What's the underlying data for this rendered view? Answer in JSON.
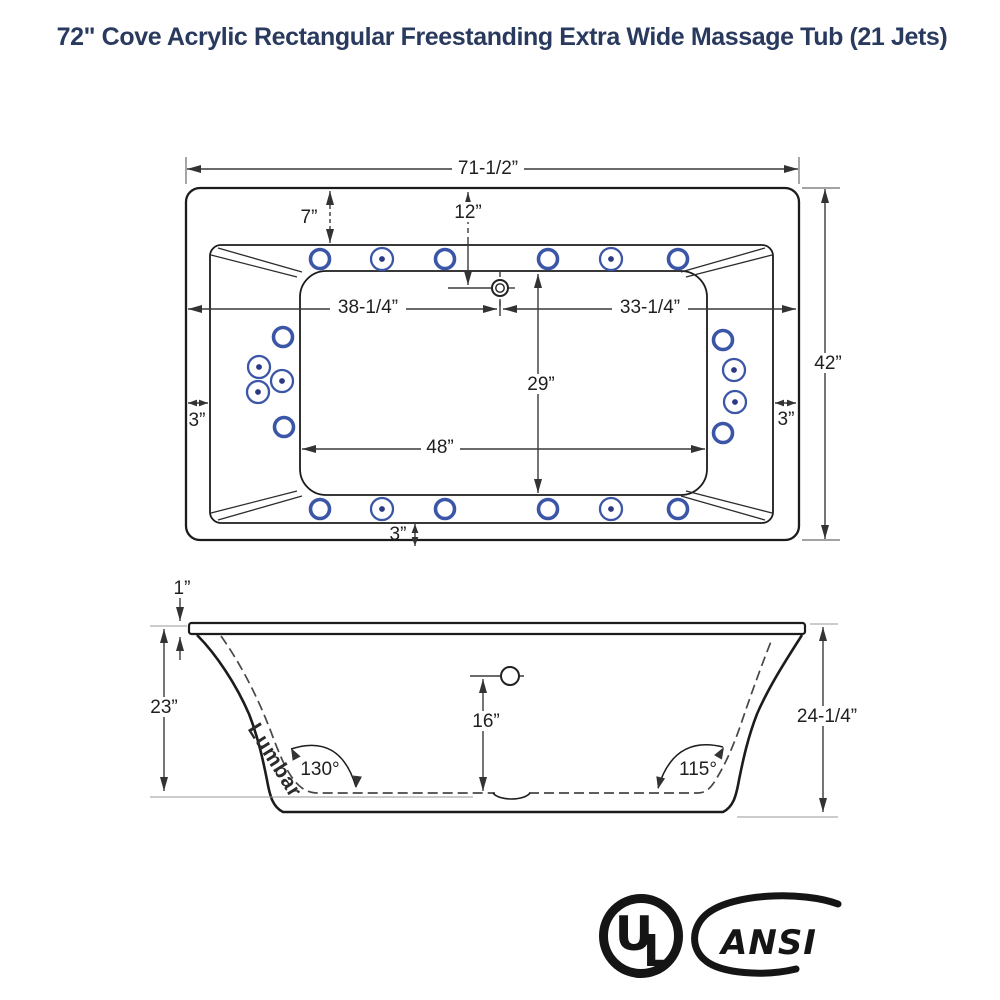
{
  "title": "72\" Cove Acrylic Rectangular Freestanding Extra Wide Massage Tub (21 Jets)",
  "top_view": {
    "overall_width": "71-1/2”",
    "rim_to_deck_top": "7”",
    "drain_from_top_edge": "12”",
    "drain_from_left_edge": "38-1/4”",
    "drain_from_right_edge": "33-1/4”",
    "basin_width": "29”",
    "basin_length": "48”",
    "overall_depth": "42”",
    "deck_side_left": "3”",
    "deck_side_right": "3”",
    "deck_bottom": "3”"
  },
  "side_view": {
    "rim_thickness": "1”",
    "interior_depth": "23”",
    "drain_center_height": "16”",
    "overall_height": "24-1/4”",
    "lumbar_angle": "130°",
    "foot_angle": "115°",
    "lumbar_label": "Lumbar"
  },
  "logos": {
    "ul_letter_u": "U",
    "ul_letter_l": "L",
    "ansi_text": "ANSI"
  }
}
